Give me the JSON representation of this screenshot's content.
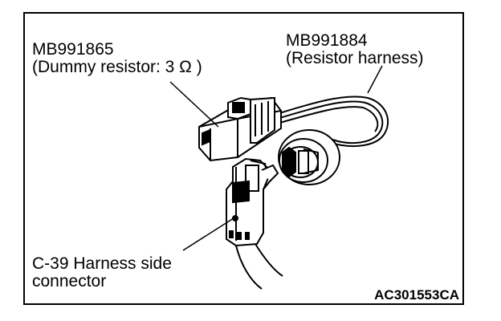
{
  "labels": {
    "dummy_resistor_part": "MB991865",
    "dummy_resistor_desc": "(Dummy resistor: 3 Ω )",
    "resistor_harness_part": "MB991884",
    "resistor_harness_desc": "(Resistor harness)",
    "harness_connector_line1": "C-39 Harness side",
    "harness_connector_line2": "connector"
  },
  "figure_code": "AC301553CA",
  "colors": {
    "line": "#000000",
    "background": "#ffffff",
    "fill_light": "#ffffff",
    "fill_dark": "#000000"
  }
}
